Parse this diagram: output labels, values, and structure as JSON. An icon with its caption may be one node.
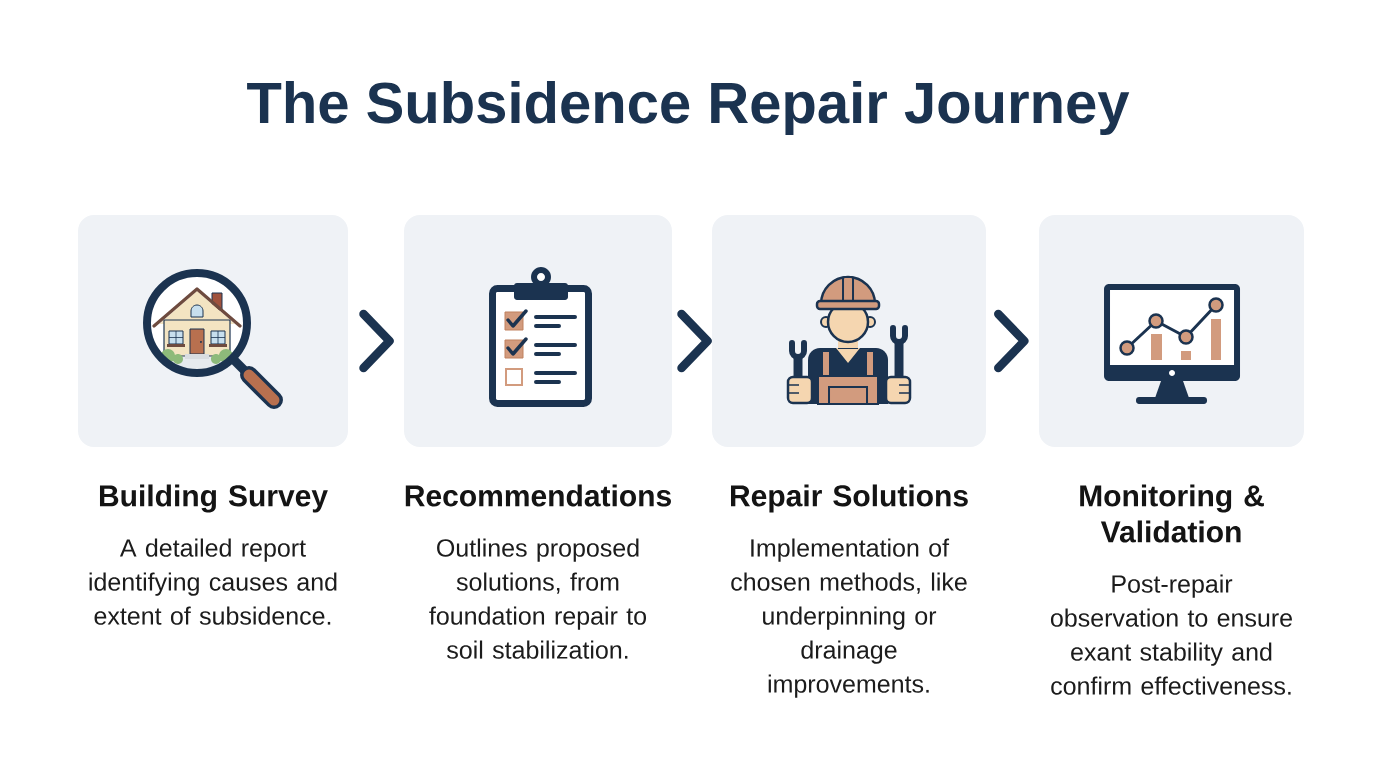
{
  "diagram": {
    "title": "The Subsidence Repair Journey",
    "nodes": [
      {
        "text": [
          "Building Survey",
          "A detailed report identifying causes and extent of subsidence."
        ]
      },
      {
        "text": [
          "Recommendations",
          "Outlines proposed solutions, from foundation repair to soil stabilization."
        ]
      },
      {
        "text": [
          "Repair Solutions",
          "Implementation of chosen methods, like underpinning or drainage improvements."
        ]
      },
      {
        "text": [
          "Monitoring & Validation",
          "Post-repair observation to ensure exant stability and confirm effectiveness."
        ]
      }
    ],
    "edges": [
      {
        "from": 0,
        "to": 1,
        "arrow": "to"
      },
      {
        "from": 1,
        "to": 2,
        "arrow": "to"
      },
      {
        "from": 2,
        "to": 3,
        "arrow": "to"
      }
    ]
  }
}
